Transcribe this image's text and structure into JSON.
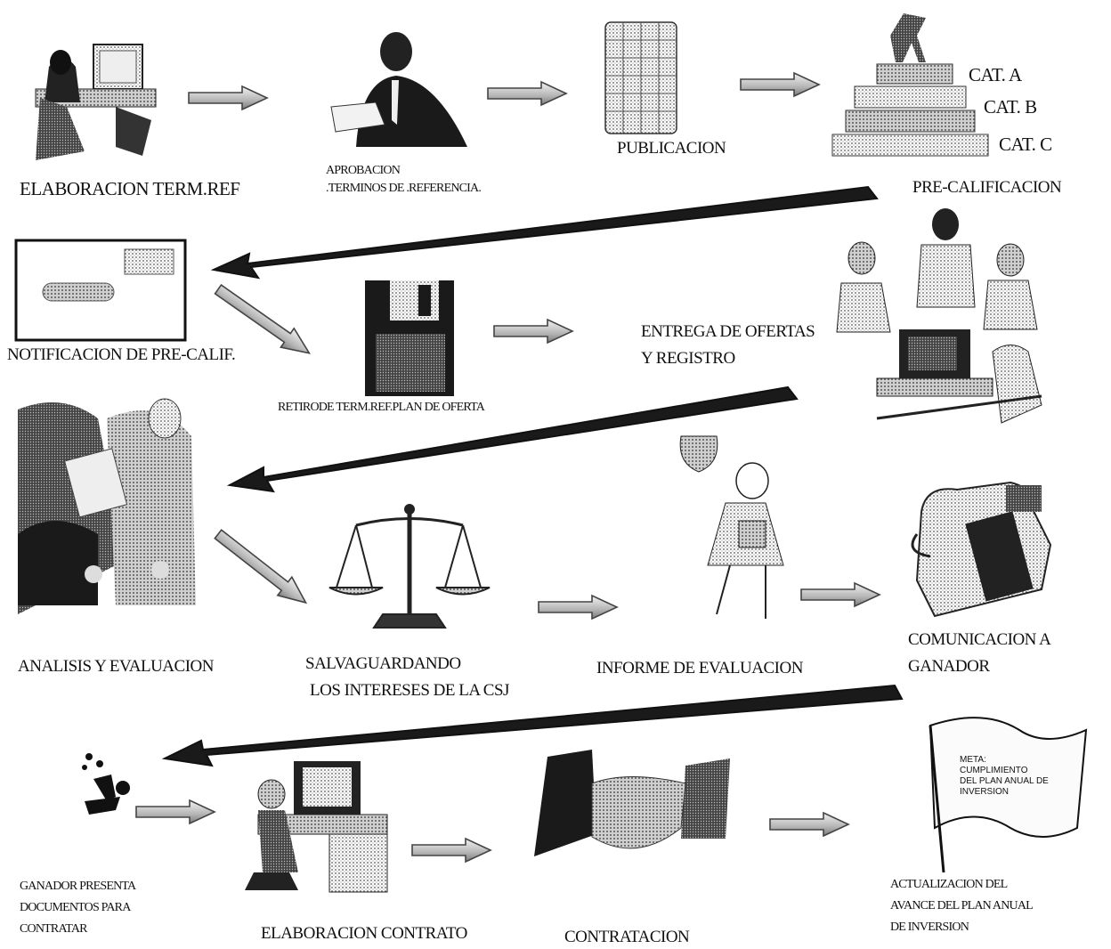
{
  "steps": {
    "elaboracion_term": "ELABORACION TERM.REF",
    "aprobacion_1": "APROBACION",
    "aprobacion_2": ".TERMINOS DE .REFERENCIA.",
    "publicacion": "PUBLICACION",
    "precalificacion": "PRE-CALIFICACION",
    "cat_a": "CAT. A",
    "cat_b": "CAT. B",
    "cat_c": "CAT. C",
    "notificacion": "NOTIFICACION DE  PRE-CALIF.",
    "retiro": "RETIRODE TERM.REF.PLAN DE OFERTA",
    "entrega_1": "ENTREGA DE OFERTAS",
    "entrega_2": "Y REGISTRO",
    "analisis": "ANALISIS Y EVALUACION",
    "salvaguardando_1": "SALVAGUARDANDO",
    "salvaguardando_2": "LOS INTERESES DE LA CSJ",
    "informe": "INFORME DE EVALUACION",
    "comunicacion_1": "COMUNICACION A",
    "comunicacion_2": "GANADOR",
    "ganador_1": "GANADOR PRESENTA",
    "ganador_2": "DOCUMENTOS PARA",
    "ganador_3": "CONTRATAR",
    "elaboracion_contrato": "ELABORACION CONTRATO",
    "contratacion": "CONTRATACION",
    "actualizacion_1": "ACTUALIZACION DEL",
    "actualizacion_2": "AVANCE DEL PLAN ANUAL",
    "actualizacion_3": "DE  INVERSION"
  },
  "flag": {
    "line1": "META:",
    "line2": "CUMPLIMIENTO",
    "line3": "DEL PLAN ANUAL DE",
    "line4": "INVERSION"
  },
  "icons": [
    "computer-user-icon",
    "signing-man-icon",
    "calendar-icon",
    "podium-icon",
    "envelope-icon",
    "floppy-disk-icon",
    "team-computer-icon",
    "meeting-icon",
    "scales-icon",
    "trophy-girl-icon",
    "phone-icon",
    "celebration-icon",
    "desk-computer-icon",
    "handshake-icon",
    "flag-icon"
  ]
}
